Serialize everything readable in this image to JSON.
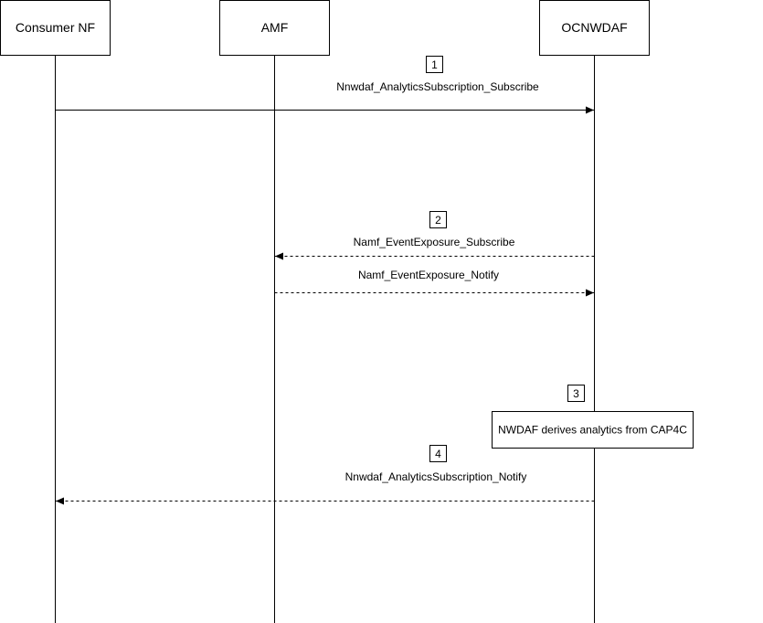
{
  "participants": [
    {
      "id": "consumer",
      "label": "Consumer NF"
    },
    {
      "id": "amf",
      "label": "AMF"
    },
    {
      "id": "ocnwdaf",
      "label": "OCNWDAF"
    }
  ],
  "steps": [
    {
      "number": "1",
      "message": "Nnwdaf_AnalyticsSubscription_Subscribe",
      "from": "Consumer NF",
      "to": "OCNWDAF",
      "style": "solid"
    },
    {
      "number": "2",
      "message": "Namf_EventExposure_Subscribe",
      "from": "OCNWDAF",
      "to": "AMF",
      "style": "dashed"
    },
    {
      "message": "Namf_EventExposure_Notify",
      "from": "AMF",
      "to": "OCNWDAF",
      "style": "dashed"
    },
    {
      "number": "3",
      "note": "NWDAF derives analytics from CAP4C"
    },
    {
      "number": "4",
      "message": "Nnwdaf_AnalyticsSubscription_Notify",
      "from": "OCNWDAF",
      "to": "Consumer NF",
      "style": "dashed"
    }
  ]
}
